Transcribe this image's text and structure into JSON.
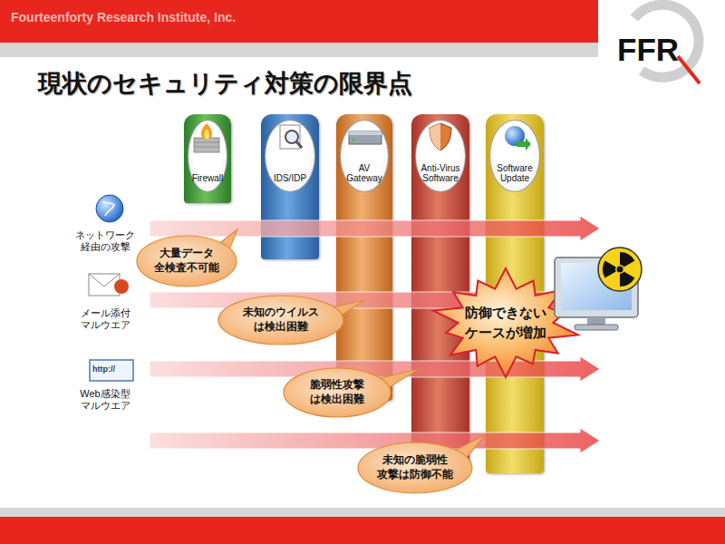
{
  "diagram": {
    "title": "現状のセキュリティ対策の限界点",
    "nodes": [
      {
        "text": [
          "Firewall"
        ]
      },
      {
        "text": [
          "IDS/IDP"
        ]
      },
      {
        "text": [
          "AV Gateway"
        ]
      },
      {
        "text": [
          "Anti-Virus Software"
        ]
      },
      {
        "text": [
          "Software Update"
        ]
      },
      {
        "text": [
          "大量データ 全検査不可能"
        ]
      },
      {
        "text": [
          "未知のウイルス は検出困難"
        ]
      },
      {
        "text": [
          "脆弱性攻撃 は検出困難"
        ]
      },
      {
        "text": [
          "未知の脆弱性 攻撃は防御不能"
        ]
      },
      {
        "text": [
          "防御できない ケースが増加"
        ]
      }
    ],
    "labels": [
      "Fourteenforty Research Institute, Inc.",
      "FFR",
      "ネットワーク 経由の攻撃",
      "メール添付 マルウエア",
      "http://",
      "Web感染型 マルウエア"
    ]
  }
}
